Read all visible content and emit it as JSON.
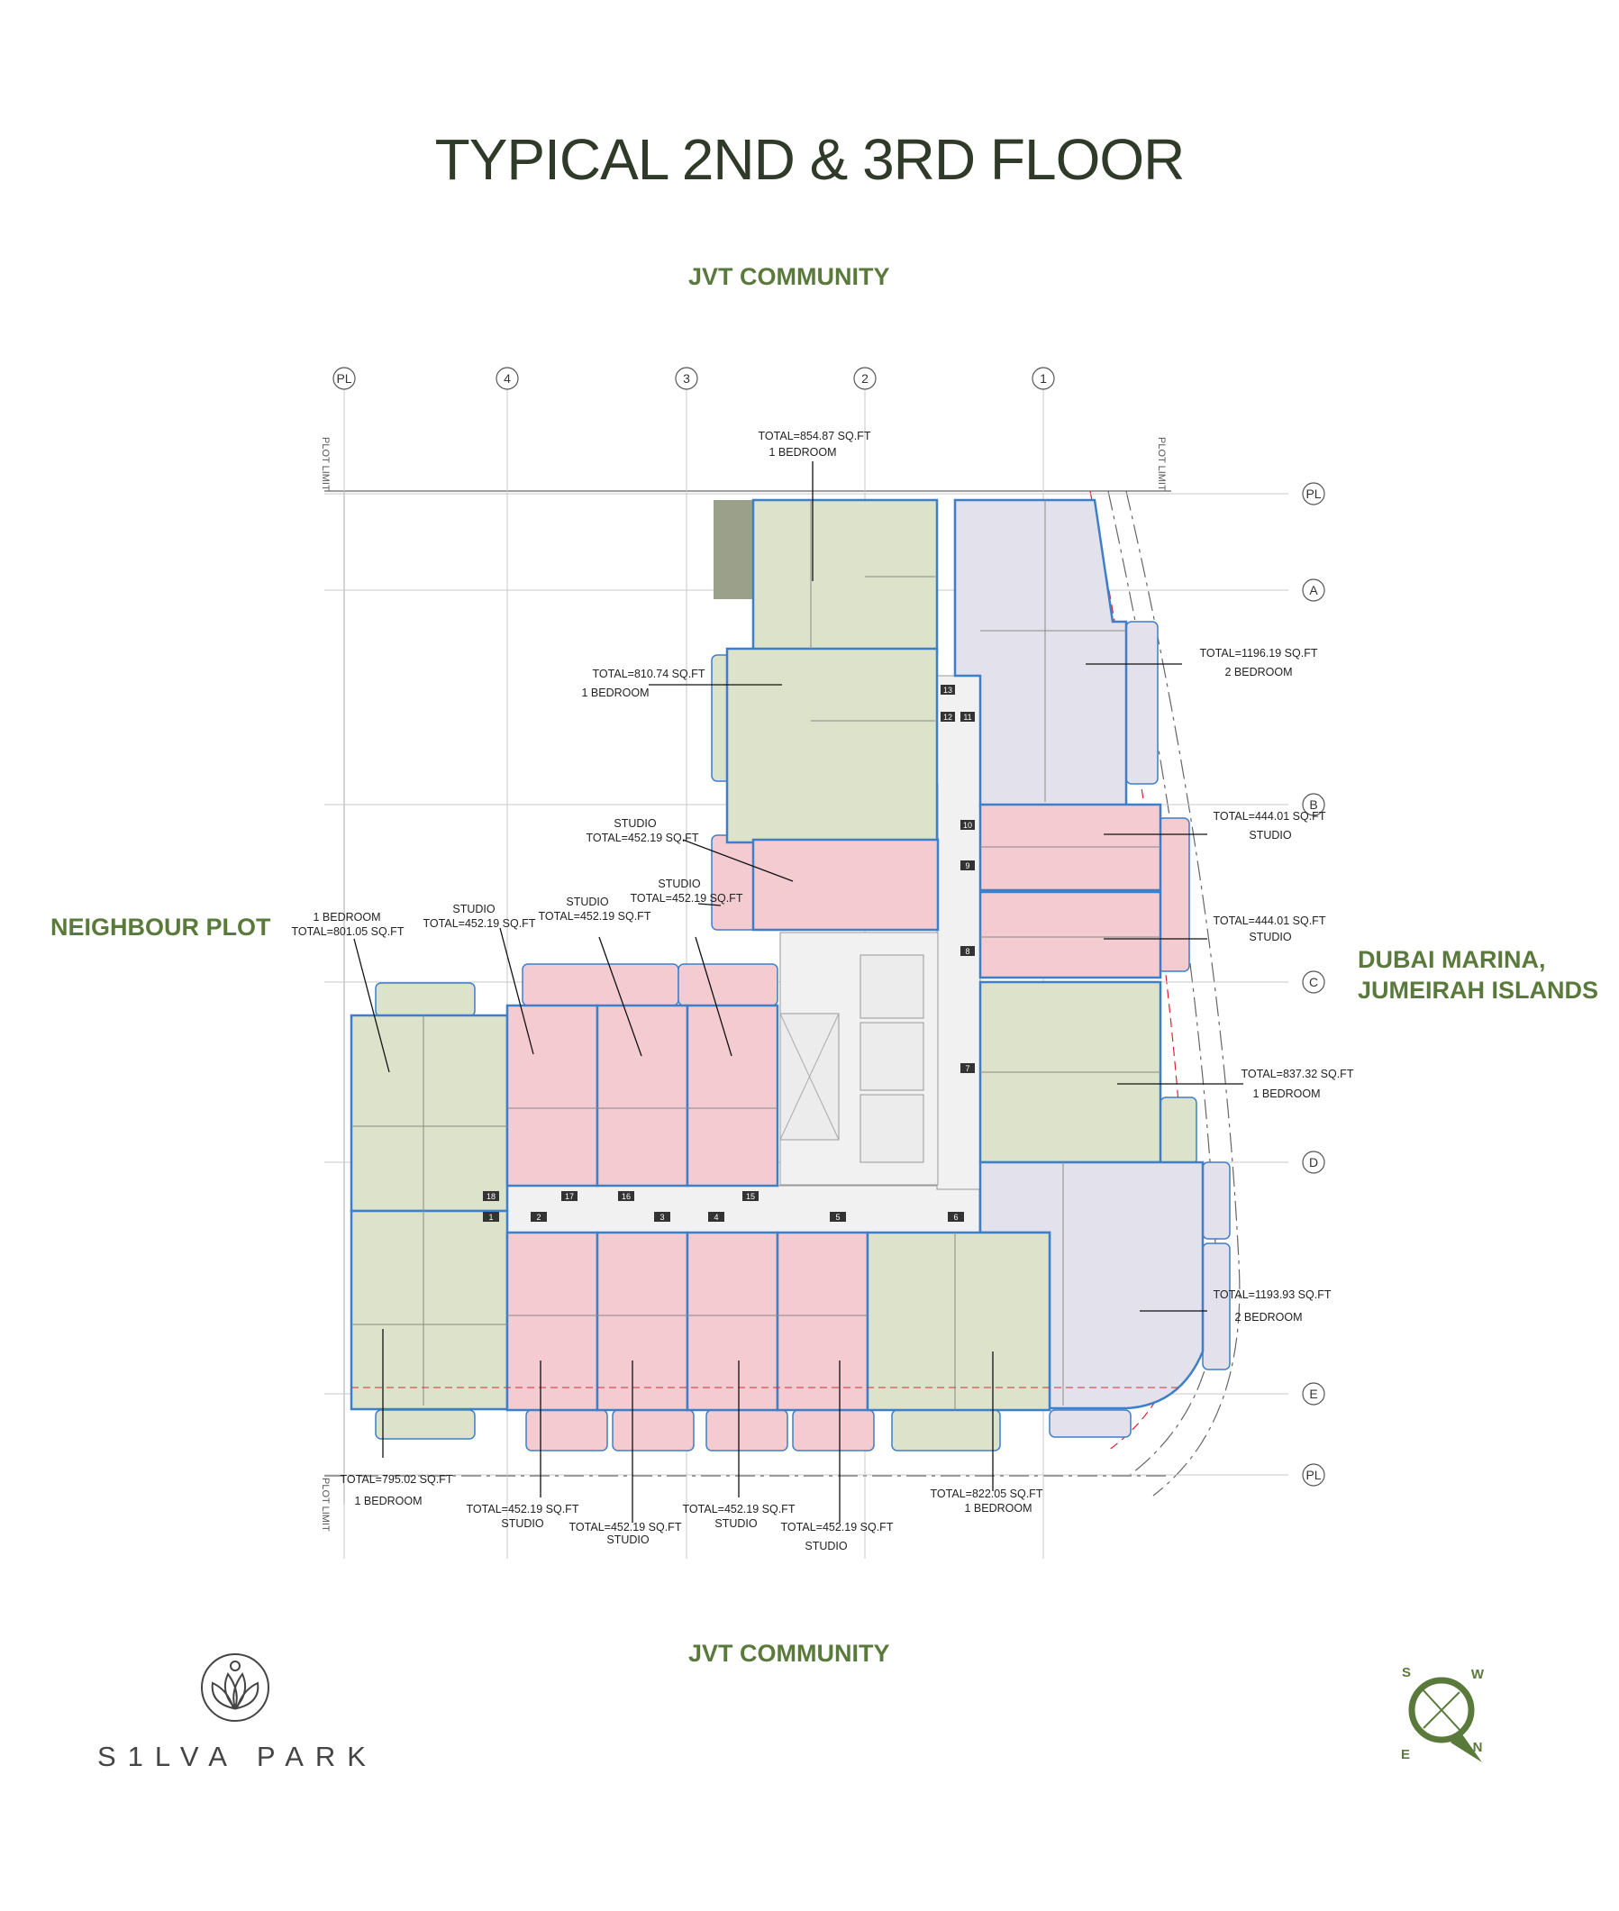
{
  "title": "TYPICAL 2ND & 3RD FLOOR",
  "surroundings": {
    "north": "JVT COMMUNITY",
    "south": "JVT COMMUNITY",
    "west": "NEIGHBOUR PLOT",
    "east_line1": "DUBAI MARINA,",
    "east_line2": "JUMEIRAH ISLANDS"
  },
  "grid": {
    "columns": [
      "PL",
      "4",
      "3",
      "2",
      "1"
    ],
    "rows": [
      "PL",
      "A",
      "B",
      "C",
      "D",
      "E",
      "PL"
    ],
    "plot_limit": "PLOT LIMIT"
  },
  "units": [
    {
      "area": "TOTAL=854.87 SQ.FT",
      "type": "1 BEDROOM"
    },
    {
      "area": "TOTAL=810.74 SQ.FT",
      "type": "1 BEDROOM"
    },
    {
      "area": "TOTAL=1196.19 SQ.FT",
      "type": "2 BEDROOM"
    },
    {
      "area": "TOTAL=452.19 SQ.FT",
      "type": "STUDIO"
    },
    {
      "area": "TOTAL=452.19 SQ.FT",
      "type": "STUDIO"
    },
    {
      "area": "TOTAL=444.01 SQ.FT",
      "type": "STUDIO"
    },
    {
      "area": "TOTAL=444.01 SQ.FT",
      "type": "STUDIO"
    },
    {
      "area": "TOTAL=801.05 SQ.FT",
      "type": "1 BEDROOM"
    },
    {
      "area": "TOTAL=452.19 SQ.FT",
      "type": "STUDIO"
    },
    {
      "area": "TOTAL=452.19 SQ.FT",
      "type": "STUDIO"
    },
    {
      "area": "TOTAL=837.32 SQ.FT",
      "type": "1 BEDROOM"
    },
    {
      "area": "TOTAL=1193.93 SQ.FT",
      "type": "2 BEDROOM"
    },
    {
      "area": "TOTAL=795.02 SQ.FT",
      "type": "1 BEDROOM"
    },
    {
      "area": "TOTAL=452.19 SQ.FT",
      "type": "STUDIO"
    },
    {
      "area": "TOTAL=452.19 SQ.FT",
      "type": "STUDIO"
    },
    {
      "area": "TOTAL=452.19 SQ.FT",
      "type": "STUDIO"
    },
    {
      "area": "TOTAL=452.19 SQ.FT",
      "type": "STUDIO"
    },
    {
      "area": "TOTAL=822.05 SQ.FT",
      "type": "1 BEDROOM"
    }
  ],
  "door_numbers": [
    "18",
    "17",
    "16",
    "15",
    "1",
    "2",
    "3",
    "4",
    "5",
    "6",
    "7",
    "8",
    "9",
    "10",
    "11",
    "12",
    "13"
  ],
  "compass_letters": [
    "S",
    "W",
    "E",
    "N"
  ],
  "brand": "S1LVA PARK",
  "colors": {
    "one_bedroom": "#dde3cb",
    "two_bedroom": "#e2e1ec",
    "studio": "#f3cbd1",
    "outline": "#3d7fc9",
    "heading": "#2f3a28",
    "accent_green": "#5a7a3c"
  },
  "icons": [
    "silva-park-logo-icon",
    "compass-icon"
  ]
}
